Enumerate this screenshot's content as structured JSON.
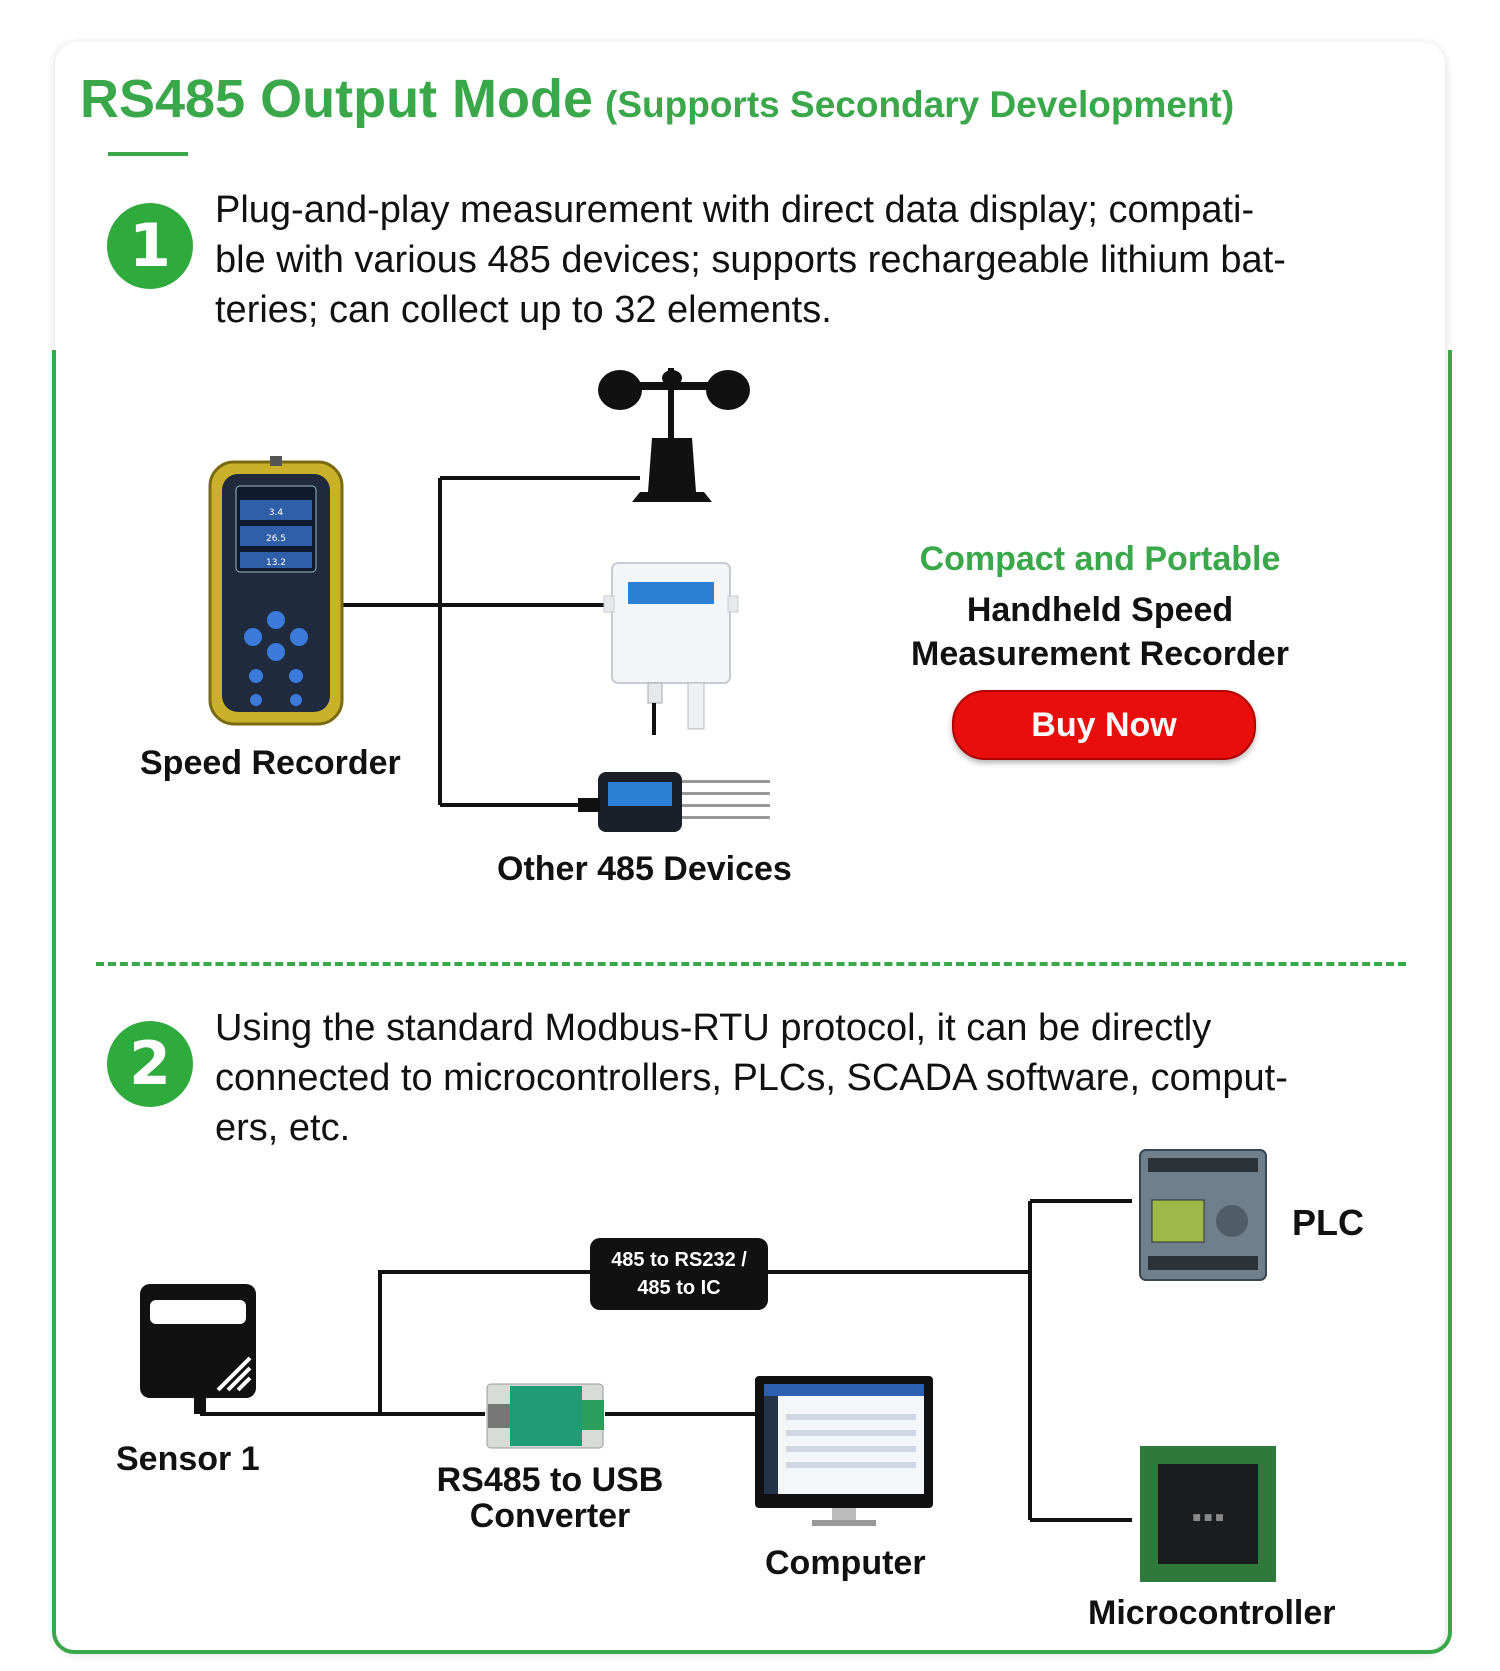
{
  "header": {
    "title": "RS485 Output Mode",
    "subtitle": "(Supports Secondary Development)"
  },
  "section1": {
    "number": "1",
    "text": "Plug-and-play measurement with direct data display; compatible with various 485 devices; supports rechargeable lithium batteries; can collect up to 32 elements.",
    "line1": "Plug-and-play measurement with direct data display; compati-",
    "line2": "ble with various 485 devices; supports rechargeable lithium bat-",
    "line3": "teries; can collect up to 32 elements.",
    "speed_recorder_label": "Speed Recorder",
    "other_devices_label": "Other 485 Devices",
    "device_readings": [
      "3.4",
      "26.5",
      "13.2"
    ],
    "promo": {
      "tagline": "Compact and Portable",
      "product_line1": "Handheld Speed",
      "product_line2": "Measurement Recorder",
      "button": "Buy Now"
    }
  },
  "section2": {
    "number": "2",
    "line1": "Using the standard Modbus-RTU protocol, it can be directly",
    "line2": "connected to microcontrollers, PLCs, SCADA software, comput-",
    "line3": "ers, etc.",
    "sensor_label": "Sensor 1",
    "converter_label_line1": "RS485 to USB",
    "converter_label_line2": "Converter",
    "computer_label": "Computer",
    "plc_label": "PLC",
    "mcu_label": "Microcontroller",
    "bridge_tag_line1": "485 to RS232 /",
    "bridge_tag_line2": "485 to IC"
  },
  "colors": {
    "accent_green": "#3aa84a",
    "button_red": "#e80e0e",
    "line_black": "#111111"
  }
}
